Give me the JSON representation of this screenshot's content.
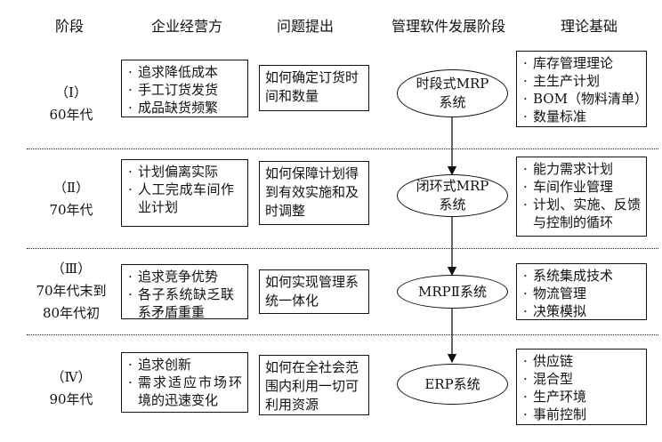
{
  "headers": [
    "阶段",
    "企业经营方",
    "问题提出",
    "管理软件发展阶段",
    "理论基础"
  ],
  "rows": [
    {
      "stage_num": "（Ⅰ）",
      "stage_era": "60年代",
      "business": [
        "追求降低成本",
        "手工订货发货",
        "成品缺货频繁"
      ],
      "problem": "如何确定订货时间和数量",
      "software": [
        "时段式MRP",
        "系统"
      ],
      "theory": [
        "库存管理理论",
        "主生产计划",
        "BOM（物料清单）",
        "数量标准"
      ]
    },
    {
      "stage_num": "（Ⅱ）",
      "stage_era": "70年代",
      "business": [
        "计划偏离实际",
        "人工完成车间作业计划"
      ],
      "problem": "如何保障计划得到有效实施和及时调整",
      "software": [
        "闭环式MRP",
        "系统"
      ],
      "theory": [
        "能力需求计划",
        "车间作业管理",
        "计划、实施、反馈与控制的循环"
      ]
    },
    {
      "stage_num": "（Ⅲ）",
      "stage_era": "70年代末到",
      "stage_era2": "80年代初",
      "business": [
        "追求竞争优势",
        "各子系统缺乏联系矛盾重重"
      ],
      "problem": "如何实现管理系统一体化",
      "software": [
        "MRPⅡ系统"
      ],
      "theory": [
        "系统集成技术",
        "物流管理",
        "决策模拟"
      ]
    },
    {
      "stage_num": "（Ⅳ）",
      "stage_era": "90年代",
      "business": [
        "追求创新",
        "需求适应市场环境的迅速变化"
      ],
      "problem": "如何在全社会范围内利用一切可利用资源",
      "software": [
        "ERP系统"
      ],
      "theory": [
        "供应链",
        "混合型",
        "生产环境",
        "事前控制"
      ]
    }
  ],
  "bullet": "·"
}
